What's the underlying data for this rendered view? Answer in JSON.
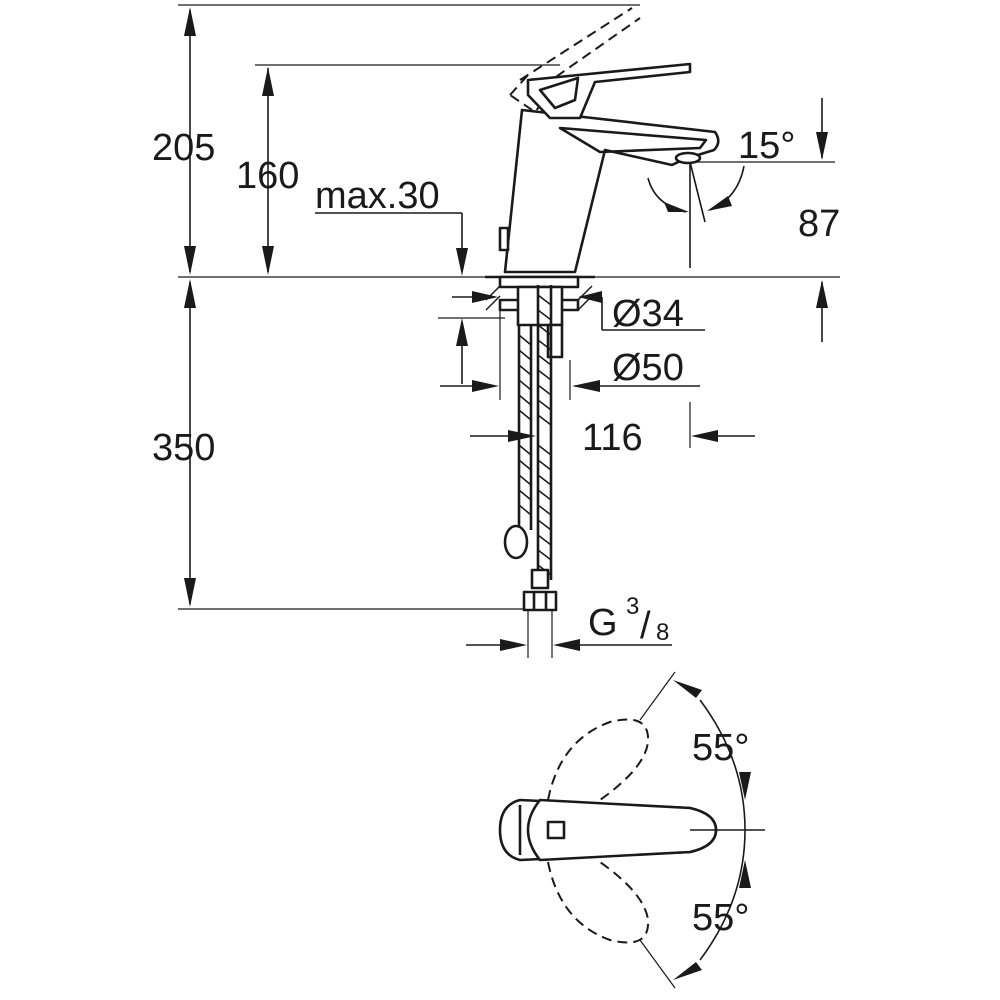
{
  "dimensions": {
    "height_total": "205",
    "height_spout": "160",
    "max_thickness": "max.30",
    "angle_spout": "15°",
    "spout_height": "87",
    "diameter_34": "Ø34",
    "diameter_50": "Ø50",
    "reach": "116",
    "hose_length": "350",
    "thread_main": "G",
    "thread_num": "3",
    "thread_sep": "/",
    "thread_den": "8",
    "angle_top": "55°",
    "angle_bottom": "55°"
  },
  "colors": {
    "line": "#1a1a1a",
    "background": "#ffffff"
  }
}
